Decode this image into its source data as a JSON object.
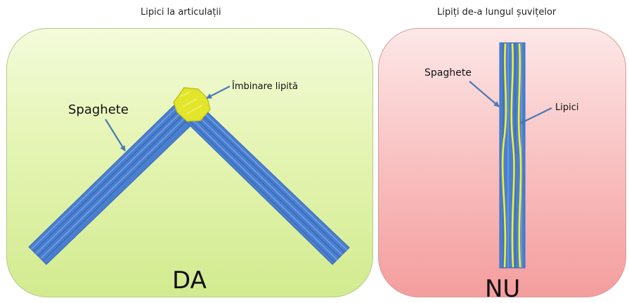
{
  "panels": {
    "left": {
      "title": "Lipici la articulații",
      "label_strands": "Spaghete",
      "label_joint": "Îmbinare lipită",
      "verdict": "DA"
    },
    "right": {
      "title": "Lipiți de-a lungul șuvițelor",
      "label_strands": "Spaghete",
      "label_glue": "Lipici",
      "verdict": "NU"
    }
  },
  "colors": {
    "left_panel_bg": "#e6f5b6",
    "right_panel_bg": "#f9c4c4",
    "spaghetti": "#4a7fd0",
    "glue": "#e5e62b",
    "arrow": "#4a78b8"
  }
}
